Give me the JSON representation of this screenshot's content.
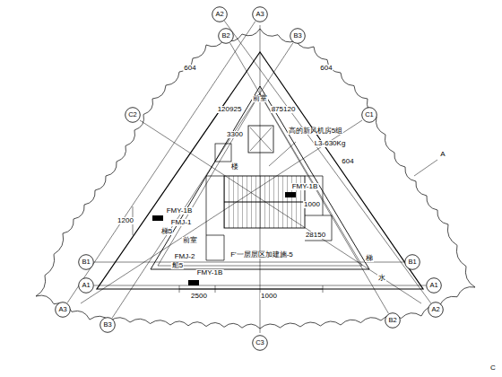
{
  "diagram": {
    "nodes": [
      {
        "text": [
          "A2"
        ]
      },
      {
        "text": [
          "A3"
        ]
      },
      {
        "text": [
          "B2"
        ]
      },
      {
        "text": [
          "B3"
        ]
      },
      {
        "text": [
          "C2"
        ]
      },
      {
        "text": [
          "C1"
        ]
      },
      {
        "text": [
          "B1"
        ]
      },
      {
        "text": [
          "B1"
        ]
      },
      {
        "text": [
          "A1"
        ]
      },
      {
        "text": [
          "A1"
        ]
      },
      {
        "text": [
          "A3"
        ]
      },
      {
        "text": [
          "B3"
        ]
      },
      {
        "text": [
          "C3"
        ]
      },
      {
        "text": [
          "B2"
        ]
      },
      {
        "text": [
          "A2"
        ]
      }
    ],
    "edges": [
      {
        "from": 0,
        "to": 14,
        "arrow": "none"
      },
      {
        "from": 1,
        "to": 10,
        "arrow": "none"
      },
      {
        "from": 2,
        "to": 13,
        "arrow": "none"
      },
      {
        "from": 3,
        "to": 11,
        "arrow": "none"
      },
      {
        "from": 6,
        "to": 7,
        "arrow": "none"
      },
      {
        "from": 8,
        "to": 9,
        "arrow": "none"
      }
    ],
    "labels": [
      "前室",
      "高的新风机房5组",
      "L3-630Kg",
      "120925",
      "875120",
      "3300",
      "604",
      "604",
      "604",
      "FMY-1B",
      "FMY-1B",
      "FMY-1B",
      "FMJ-1",
      "前室",
      "船5",
      "梯5",
      "1200",
      "28150",
      "F'一层层区加建施-5",
      "2500",
      "1000",
      "梯",
      "水",
      "楼",
      "FMJ-2",
      "A",
      "C",
      "1000"
    ]
  }
}
